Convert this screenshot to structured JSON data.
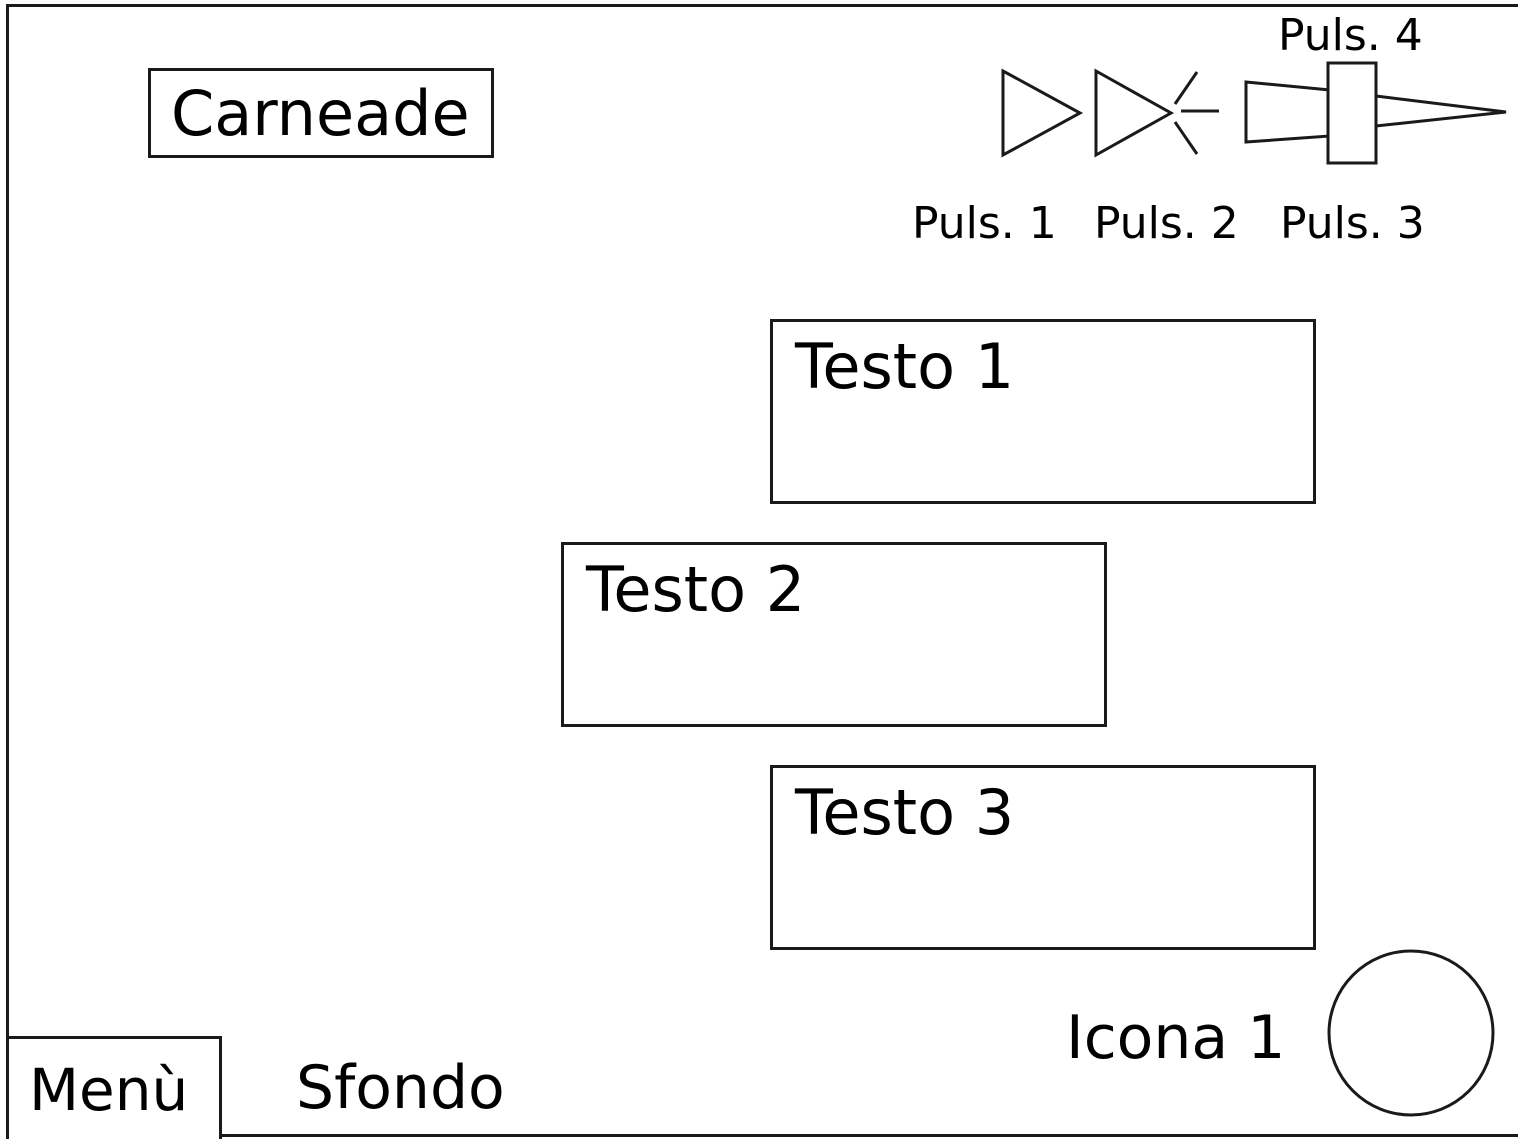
{
  "title": "Carneade",
  "buttons": {
    "puls1": "Puls. 1",
    "puls2": "Puls. 2",
    "puls3": "Puls. 3",
    "puls4": "Puls. 4"
  },
  "text_boxes": [
    "Testo 1",
    "Testo 2",
    "Testo 3"
  ],
  "icon": {
    "label": "Icona 1",
    "shape": "circle-icon"
  },
  "menu": "Menù",
  "background": "Sfondo",
  "colors": {
    "stroke": "#1a1a1a",
    "fill": "#ffffff"
  }
}
